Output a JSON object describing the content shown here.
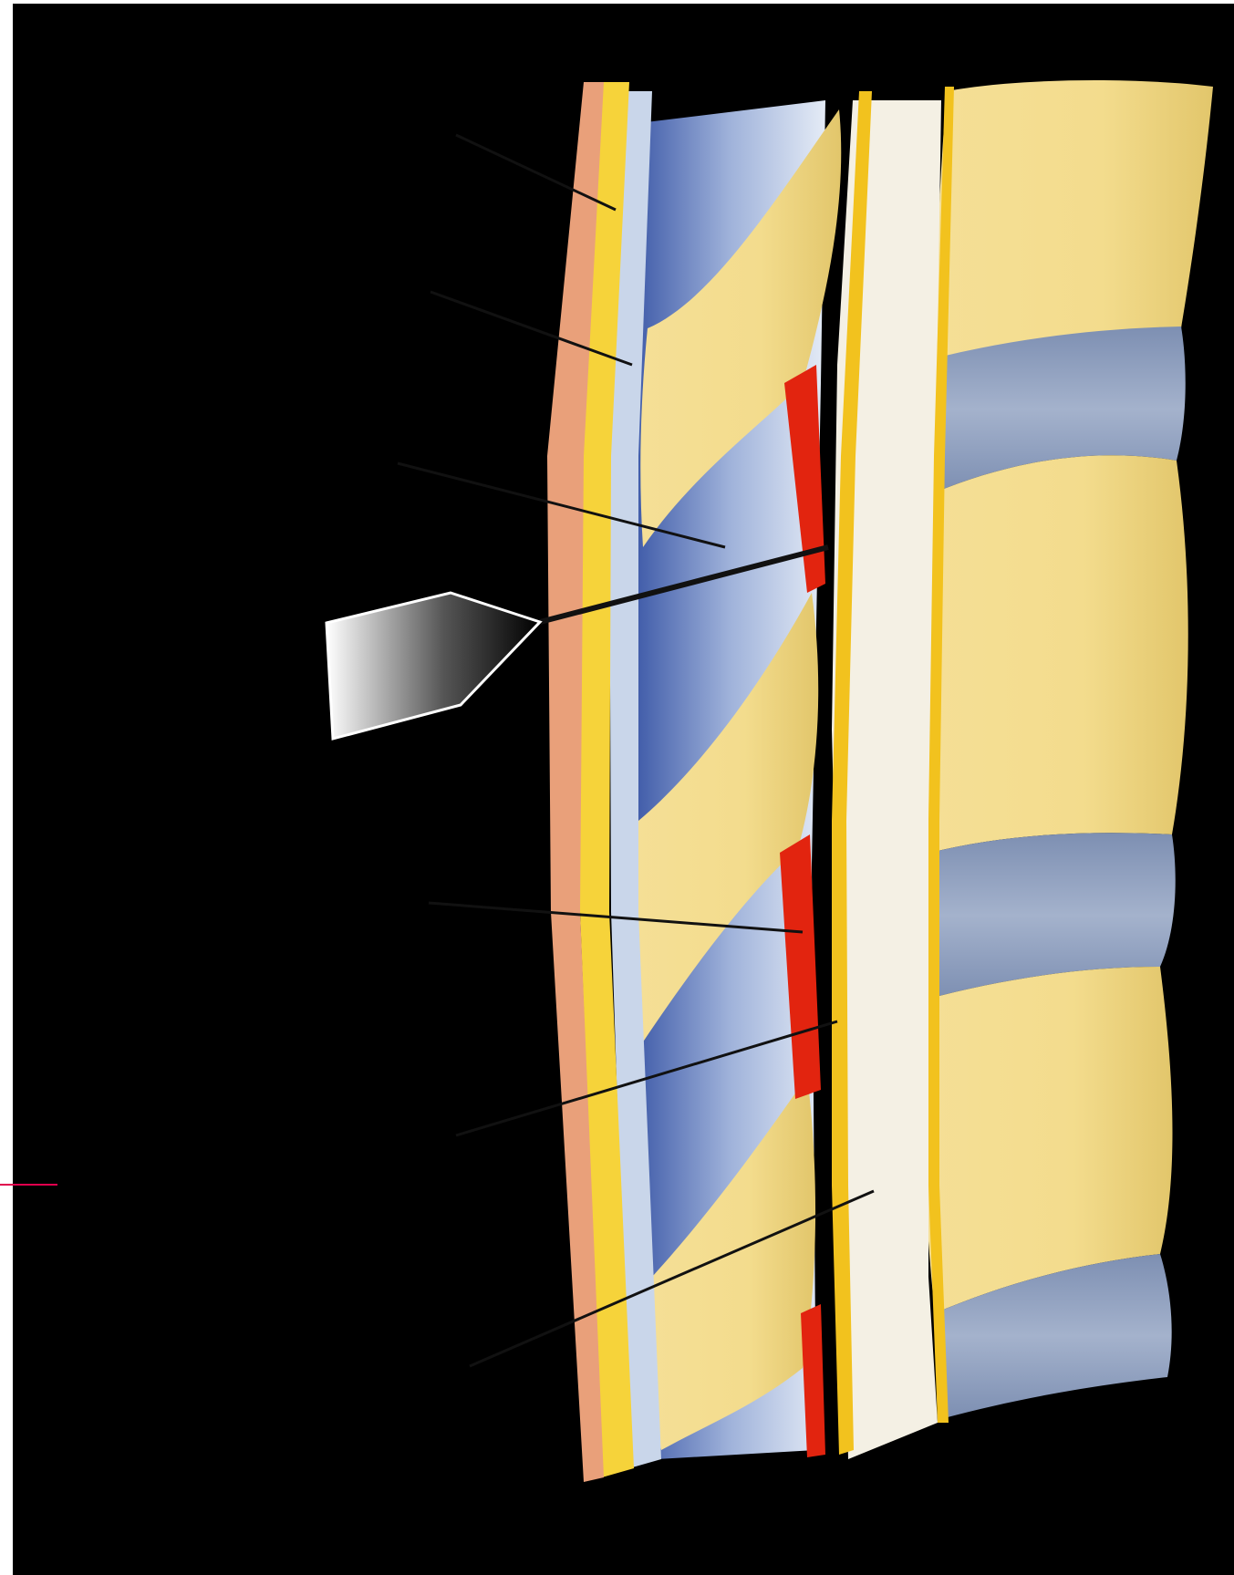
{
  "figure": {
    "background_color": "#000000",
    "border_color": "#ffffff",
    "marker_color": "#e0004d",
    "labels": [
      {
        "id": "label-1",
        "text": ""
      },
      {
        "id": "label-2",
        "text": ""
      },
      {
        "id": "label-3",
        "text": ""
      },
      {
        "id": "label-4",
        "text": ""
      },
      {
        "id": "label-5",
        "text": ""
      },
      {
        "id": "label-6",
        "text": ""
      },
      {
        "id": "label-7",
        "text": ""
      }
    ],
    "structures": [
      {
        "name": "skin-layer",
        "color": "#e9a07a"
      },
      {
        "name": "subcutaneous-fat-layer",
        "color": "#f6d33a"
      },
      {
        "name": "supraspinous-fascia-layer",
        "color": "#c9d6ea"
      },
      {
        "name": "interspinous-ligament",
        "color": "#6f86c2"
      },
      {
        "name": "spinous-process",
        "color": "#f2d98a"
      },
      {
        "name": "ligamentum-flavum",
        "color": "#e2240f"
      },
      {
        "name": "epidural-space",
        "color": "#f4f0e4"
      },
      {
        "name": "dura-mater",
        "color": "#f2c21e"
      },
      {
        "name": "vertebral-body",
        "color": "#f0d98c"
      },
      {
        "name": "intervertebral-disc",
        "color": "#8a9cbc"
      }
    ]
  }
}
